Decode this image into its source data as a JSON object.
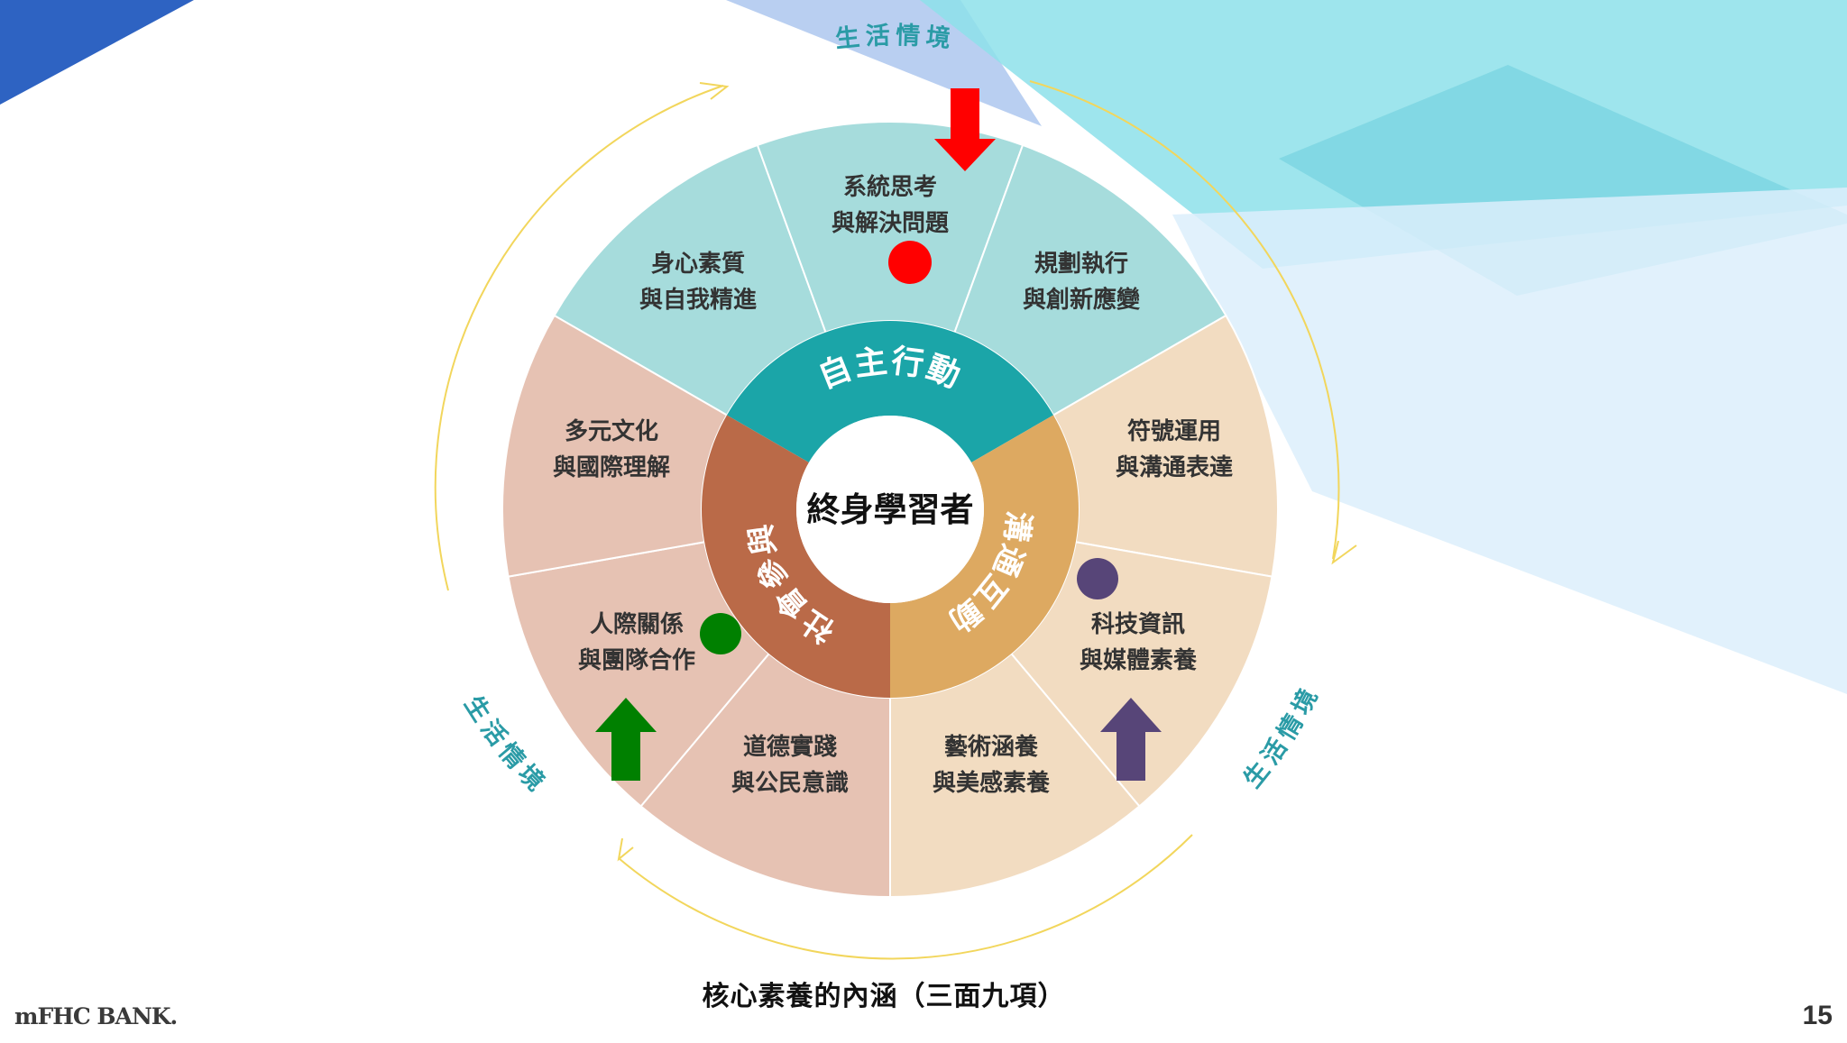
{
  "slide": {
    "context_label": "生活情境",
    "center_label": "終身學習者",
    "caption": "核心素養的內涵（三面九項）",
    "brand": "mFHC BANK.",
    "page_number": "15"
  },
  "dimensions": [
    {
      "label": "自主行動",
      "ring_color": "#1BA5A8",
      "sector_color": "#A6DCDC",
      "items": [
        {
          "line1": "身心素質",
          "line2": "與自我精進"
        },
        {
          "line1": "系統思考",
          "line2": "與解決問題"
        },
        {
          "line1": "規劃執行",
          "line2": "與創新應變"
        }
      ]
    },
    {
      "label": "溝通互動",
      "ring_color": "#DDA961",
      "sector_color": "#F2DCC1",
      "items": [
        {
          "line1": "符號運用",
          "line2": "與溝通表達"
        },
        {
          "line1": "科技資訊",
          "line2": "與媒體素養"
        },
        {
          "line1": "藝術涵養",
          "line2": "與美感素養"
        }
      ]
    },
    {
      "label": "社會參與",
      "ring_color": "#BA6A48",
      "sector_color": "#E6C2B3",
      "items": [
        {
          "line1": "道德實踐",
          "line2": "與公民意識"
        },
        {
          "line1": "人際關係",
          "line2": "與團隊合作"
        },
        {
          "line1": "多元文化",
          "line2": "與國際理解"
        }
      ]
    }
  ],
  "markers": [
    {
      "name": "red-marker",
      "color": "#FF0000"
    },
    {
      "name": "purple-marker",
      "color": "#574578"
    },
    {
      "name": "green-marker",
      "color": "#008000"
    }
  ],
  "colors": {
    "context_text": "#2A9BA6",
    "arc_line": "#F2D65C",
    "banner_blue": "#2E63C2",
    "center_text": "#111111"
  }
}
